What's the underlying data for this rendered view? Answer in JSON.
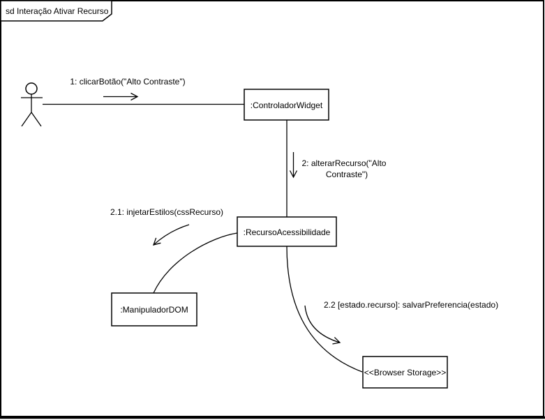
{
  "frame": {
    "title": "sd Interação Ativar Recurso"
  },
  "colors": {
    "line": "#000000",
    "background": "#ffffff"
  },
  "objects": {
    "controlador": {
      "label": ":ControladorWidget"
    },
    "recurso": {
      "label": ":RecursoAcessibilidade"
    },
    "manipulador": {
      "label": ":ManipuladorDOM"
    },
    "storage": {
      "label": "<<Browser Storage>>"
    }
  },
  "messages": {
    "m1": {
      "label": "1: clicarBotão(\"Alto Contraste\")"
    },
    "m2": {
      "line1": "2: alterarRecurso(\"Alto",
      "line2": "Contraste\")"
    },
    "m21": {
      "label": "2.1: injetarEstilos(cssRecurso)"
    },
    "m22": {
      "label": "2.2 [estado.recurso]: salvarPreferencia(estado)"
    }
  }
}
